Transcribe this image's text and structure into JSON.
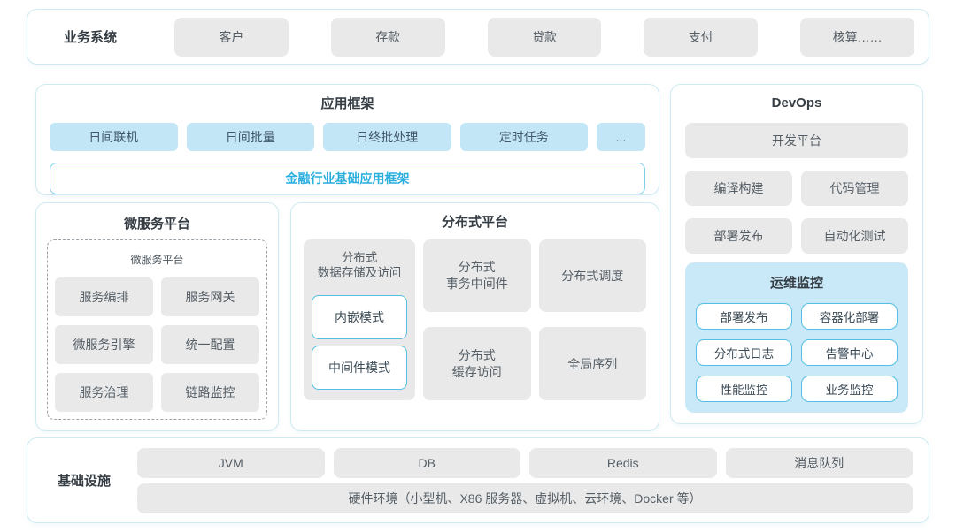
{
  "colors": {
    "panel_border": "#cfeaf1",
    "gray_box_bg": "#e9e9e9",
    "blue_box_bg": "#c3e6f7",
    "monitor_panel_bg": "#c9e9f8",
    "outline_box_border": "#54bfe2",
    "accent_text": "#29aede",
    "title_text": "#353d44"
  },
  "business_systems": {
    "label": "业务系统",
    "items": [
      "客户",
      "存款",
      "贷款",
      "支付",
      "核算……"
    ]
  },
  "app_framework": {
    "title": "应用框架",
    "modules": [
      "日间联机",
      "日间批量",
      "日终批处理",
      "定时任务",
      "..."
    ],
    "base_framework": "金融行业基础应用框架"
  },
  "devops": {
    "title": "DevOps",
    "dev_platform": "开发平台",
    "tools": [
      "编译构建",
      "代码管理",
      "部署发布",
      "自动化测试"
    ],
    "monitoring": {
      "title": "运维监控",
      "items": [
        "部署发布",
        "容器化部署",
        "分布式日志",
        "告警中心",
        "性能监控",
        "业务监控"
      ]
    }
  },
  "microservice_platform": {
    "title": "微服务平台",
    "inner_title": "微服务平台",
    "items": [
      "服务编排",
      "服务网关",
      "微服务引擎",
      "统一配置",
      "服务治理",
      "链路监控"
    ]
  },
  "distributed_platform": {
    "title": "分布式平台",
    "storage": {
      "label": "分布式\n数据存储及访问",
      "modes": [
        "内嵌模式",
        "中间件模式"
      ]
    },
    "transaction_middleware": "分布式\n事务中间件",
    "cache_access": "分布式\n缓存访问",
    "scheduler": "分布式调度",
    "global_sequence": "全局序列"
  },
  "infrastructure": {
    "label": "基础设施",
    "items": [
      "JVM",
      "DB",
      "Redis",
      "消息队列"
    ],
    "hardware": "硬件环境（小型机、X86 服务器、虚拟机、云环境、Docker 等）"
  }
}
